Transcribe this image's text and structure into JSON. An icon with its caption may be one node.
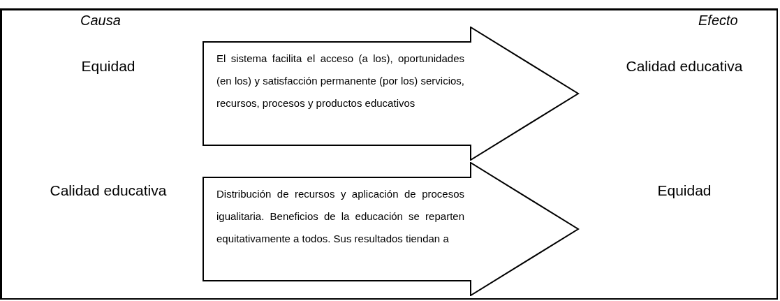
{
  "diagram": {
    "nodes": [
      {
        "text": [
          "Equidad"
        ]
      },
      {
        "text": [
          "El sistema facilita el acceso (a los), oportunidades (en los) y satisfacción permanente (por los) servicios, recursos, procesos y productos educativos"
        ]
      },
      {
        "text": [
          "Calidad educativa"
        ]
      },
      {
        "text": [
          "Calidad educativa"
        ]
      },
      {
        "text": [
          "Distribución de recursos y aplicación de procesos igualitaria. Beneficios de la educación se reparten equitativamente a todos. Sus resultados tiendan a"
        ]
      },
      {
        "text": [
          "Equidad"
        ]
      }
    ],
    "labels": [
      "Causa",
      "Efecto"
    ]
  }
}
